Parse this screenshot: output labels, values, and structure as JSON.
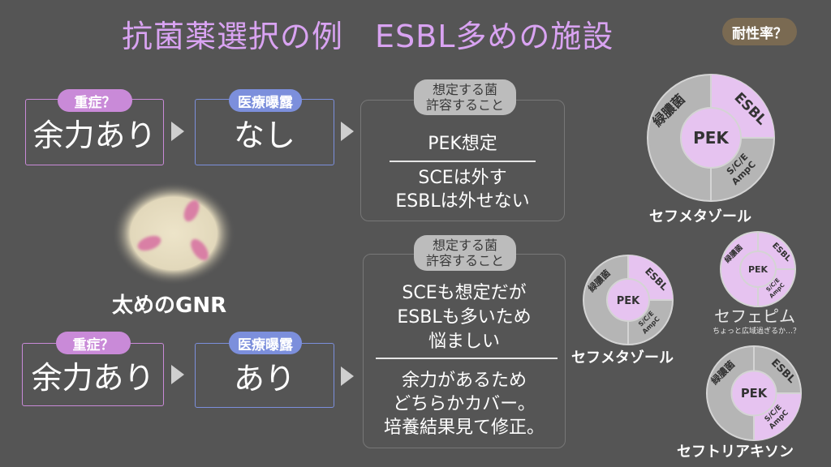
{
  "title": "抗菌薬選択の例　ESBL多めの施設",
  "resistance_badge": "耐性率？",
  "scenario1": {
    "severity_pill": "重症？",
    "severity_value": "余力あり",
    "exposure_pill": "医療曝露",
    "exposure_value": "なし",
    "header_line1": "想定する菌",
    "header_line2": "許容すること",
    "assume": "PEK想定",
    "allow_line1": "SCEは外す",
    "allow_line2": "ESBLは外せない"
  },
  "gnr_label": "太めのGNR",
  "scenario2": {
    "severity_pill": "重症？",
    "severity_value": "余力あり",
    "exposure_pill": "医療曝露",
    "exposure_value": "あり",
    "header_line1": "想定する菌",
    "header_line2": "許容すること",
    "assume_line1": "SCEも想定だが",
    "assume_line2": "ESBLも多いため",
    "assume_line3": "悩ましい",
    "allow_line1": "余力があるため",
    "allow_line2": "どちらかカバー。",
    "allow_line3": "培養結果見て修正。"
  },
  "wheel": {
    "center": "PEK",
    "pseudomonas": "緑膿菌",
    "esbl": "ESBL",
    "sce_line1": "S/C/E",
    "sce_line2": "AmpC"
  },
  "drugs": {
    "cefmetazole_top": "セフメタゾール",
    "cefmetazole_mid": "セフメタゾール",
    "cefepime": "セフェピム",
    "cefepime_note": "ちょっと広域過ぎるか…？",
    "ceftriaxone": "セフトリアキソン"
  },
  "colors": {
    "title": "#d9a3f2",
    "pink_fill": "#e6c3f0",
    "ring_grey": "#b5b5b5",
    "badge": "#7a6a52",
    "severity_pill": "#c98ad8",
    "exposure_pill": "#7c8fdc"
  }
}
